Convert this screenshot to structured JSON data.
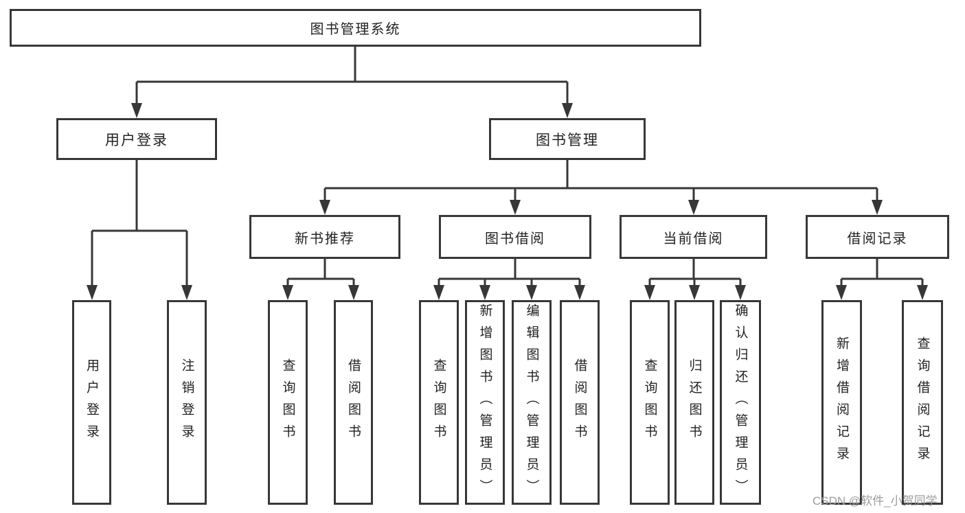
{
  "diagram": {
    "root": {
      "label": "图书管理系统"
    },
    "user_branch": {
      "label": "用户登录",
      "children": [
        "用户登录",
        "注销登录"
      ]
    },
    "mgmt_branch": {
      "label": "图书管理",
      "modules": [
        {
          "label": "新书推荐",
          "children": [
            "查询图书",
            "借阅图书"
          ]
        },
        {
          "label": "图书借阅",
          "children": [
            "查询图书",
            "新增图书（管理员）",
            "编辑图书（管理员）",
            "借阅图书"
          ]
        },
        {
          "label": "当前借阅",
          "children": [
            "查询图书",
            "归还图书",
            "确认归还（管理员）"
          ]
        },
        {
          "label": "借阅记录",
          "children": [
            "新增借阅记录",
            "查询借阅记录"
          ]
        }
      ]
    }
  },
  "colors": {
    "line": "#373737",
    "text": "#222222",
    "watermark": "#9b9b9b",
    "background": "#ffffff"
  },
  "watermark": {
    "text": "CSDN @软件_小贺同学"
  }
}
